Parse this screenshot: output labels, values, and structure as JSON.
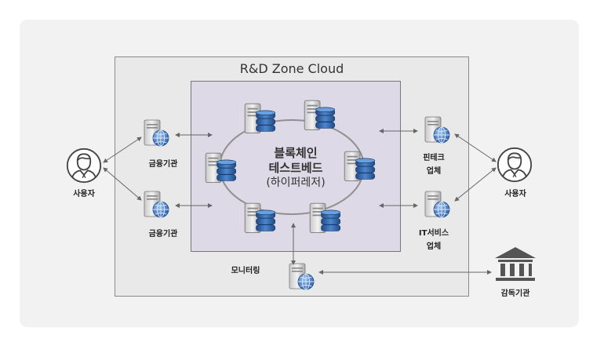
{
  "cloud": {
    "title": "R&D Zone Cloud"
  },
  "testbed": {
    "line1": "블록체인",
    "line2": "테스트베드",
    "line3": "(하이퍼레저)"
  },
  "nodes": {
    "user_left": "사용자",
    "user_right": "사용자",
    "finance_1": "금융기관",
    "finance_2": "금융기관",
    "fintech_1": "핀테크",
    "fintech_2": "업체",
    "it_1": "IT서비스",
    "it_2": "업체",
    "monitoring": "모니터링",
    "regulator": "감독기관"
  },
  "colors": {
    "panel": "#f2f2f2",
    "cloud_box": "#e9e9e9",
    "testbed_box": "#ddd9e6",
    "db_blue": "#2f5f9e",
    "globe_blue": "#3b6fb6"
  }
}
